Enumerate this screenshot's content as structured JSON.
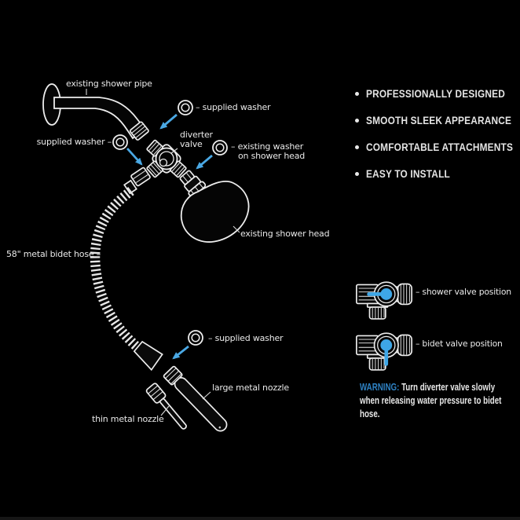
{
  "colors": {
    "background": "#000000",
    "line_art": "#ededed",
    "accent_blue": "#4aa8e4",
    "warning_blue": "#2e82c4"
  },
  "diagram": {
    "labels": {
      "existing_shower_pipe": "existing shower pipe",
      "supplied_washer_top": "– supplied washer",
      "supplied_washer_left": "supplied washer –",
      "diverter_valve_line1": "diverter",
      "diverter_valve_line2": "valve",
      "existing_washer_line1": "– existing washer",
      "existing_washer_line2": "on shower head",
      "existing_shower_head": "existing shower head",
      "bidet_hose": "58\" metal bidet hose –",
      "supplied_washer_bottom": "– supplied washer",
      "large_metal_nozzle": "large metal nozzle",
      "thin_metal_nozzle": "thin metal nozzle"
    }
  },
  "features": {
    "items": [
      {
        "label": "PROFESSIONALLY DESIGNED"
      },
      {
        "label": "SMOOTH SLEEK APPEARANCE"
      },
      {
        "label": "COMFORTABLE ATTACHMENTS"
      },
      {
        "label": "EASY TO INSTALL"
      }
    ]
  },
  "valve_legend": {
    "shower_label": "– shower valve position",
    "bidet_label": "– bidet valve position"
  },
  "warning": {
    "prefix": "WARNING:",
    "line1": " Turn diverter valve slowly",
    "line2": "when releasing water pressure to bidet",
    "line3": "hose."
  }
}
